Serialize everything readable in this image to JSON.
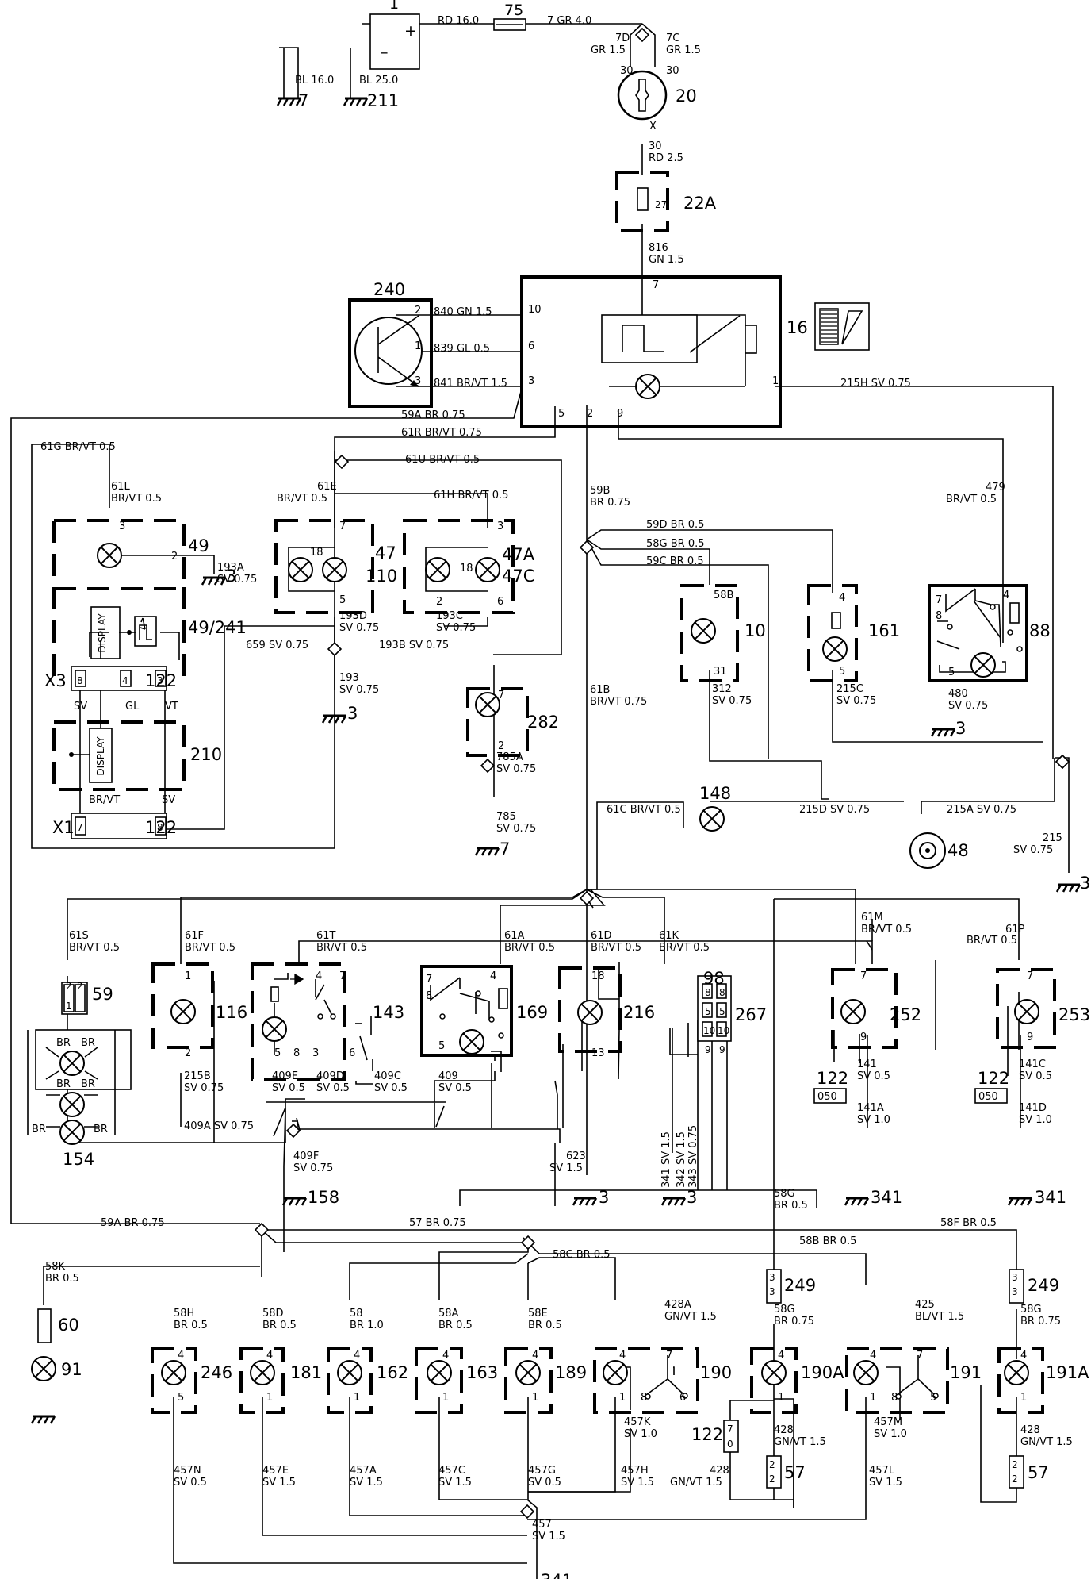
{
  "components": [
    {
      "id": "c1",
      "text": "1"
    },
    {
      "id": "c75",
      "text": "75"
    },
    {
      "id": "c20",
      "text": "20"
    },
    {
      "id": "c22a",
      "text": "22A"
    },
    {
      "id": "c27",
      "text": "27"
    },
    {
      "id": "c240",
      "text": "240"
    },
    {
      "id": "c16",
      "text": "16"
    },
    {
      "id": "c49",
      "text": "49"
    },
    {
      "id": "c49_241",
      "text": "49/241"
    },
    {
      "id": "c47",
      "text": "47"
    },
    {
      "id": "c110",
      "text": "110"
    },
    {
      "id": "c47a",
      "text": "47A"
    },
    {
      "id": "c47c",
      "text": "47C"
    },
    {
      "id": "c210",
      "text": "210"
    },
    {
      "id": "c282",
      "text": "282"
    },
    {
      "id": "c10",
      "text": "10"
    },
    {
      "id": "c161",
      "text": "161"
    },
    {
      "id": "c88",
      "text": "88"
    },
    {
      "id": "c148",
      "text": "148"
    },
    {
      "id": "c48",
      "text": "48"
    },
    {
      "id": "c59",
      "text": "59"
    },
    {
      "id": "c154",
      "text": "154"
    },
    {
      "id": "c116",
      "text": "116"
    },
    {
      "id": "c143",
      "text": "143"
    },
    {
      "id": "c169",
      "text": "169"
    },
    {
      "id": "c216",
      "text": "216"
    },
    {
      "id": "c98",
      "text": "98"
    },
    {
      "id": "c267",
      "text": "267"
    },
    {
      "id": "c252",
      "text": "252"
    },
    {
      "id": "c253",
      "text": "253"
    },
    {
      "id": "c60",
      "text": "60"
    },
    {
      "id": "c91",
      "text": "91"
    },
    {
      "id": "c246",
      "text": "246"
    },
    {
      "id": "c181",
      "text": "181"
    },
    {
      "id": "c162",
      "text": "162"
    },
    {
      "id": "c163",
      "text": "163"
    },
    {
      "id": "c189",
      "text": "189"
    },
    {
      "id": "c190",
      "text": "190"
    },
    {
      "id": "c190a",
      "text": "190A"
    },
    {
      "id": "c191",
      "text": "191"
    },
    {
      "id": "c191a",
      "text": "191A"
    },
    {
      "id": "c122a",
      "text": "122"
    },
    {
      "id": "c122b",
      "text": "122"
    },
    {
      "id": "c122c",
      "text": "122"
    },
    {
      "id": "c122d",
      "text": "122"
    },
    {
      "id": "c122e",
      "text": "122"
    },
    {
      "id": "c249a",
      "text": "249"
    },
    {
      "id": "c249b",
      "text": "249"
    },
    {
      "id": "c57a",
      "text": "57"
    },
    {
      "id": "c57b",
      "text": "57"
    },
    {
      "id": "cx3",
      "text": "X3"
    },
    {
      "id": "cx1",
      "text": "X1"
    },
    {
      "id": "cdisp1",
      "text": "DISPLAY"
    },
    {
      "id": "cdisp2",
      "text": "DISPLAY"
    },
    {
      "id": "cl18a",
      "text": "18"
    },
    {
      "id": "cl18b",
      "text": "18"
    }
  ],
  "wires": [
    {
      "id": "w_rd16",
      "text": "RD 16.0"
    },
    {
      "id": "w_7gr4",
      "text": "7 GR 4.0"
    },
    {
      "id": "w_7d",
      "text": "7D"
    },
    {
      "id": "w_gr15a",
      "text": "GR 1.5"
    },
    {
      "id": "w_7c",
      "text": "7C"
    },
    {
      "id": "w_gr15b",
      "text": "GR 1.5"
    },
    {
      "id": "w_bl16",
      "text": "BL 16.0"
    },
    {
      "id": "w_bl25",
      "text": "BL 25.0"
    },
    {
      "id": "w_30",
      "text": "30"
    },
    {
      "id": "w_rd25",
      "text": "RD 2.5"
    },
    {
      "id": "w_816",
      "text": "816"
    },
    {
      "id": "w_gn15",
      "text": "GN 1.5"
    },
    {
      "id": "w_840",
      "text": "840 GN 1.5"
    },
    {
      "id": "w_839",
      "text": "839 GL 0.5"
    },
    {
      "id": "w_841",
      "text": "841 BR/VT 1.5"
    },
    {
      "id": "w_215h",
      "text": "215H SV 0.75"
    },
    {
      "id": "w_59a1",
      "text": "59A BR 0.75"
    },
    {
      "id": "w_61r",
      "text": "61R BR/VT 0.75"
    },
    {
      "id": "w_61g",
      "text": "61G BR/VT 0.5"
    },
    {
      "id": "w_61u",
      "text": "61U BR/VT 0.5"
    },
    {
      "id": "w_61l",
      "text": "61L"
    },
    {
      "id": "w_61l_s",
      "text": "BR/VT 0.5"
    },
    {
      "id": "w_61e",
      "text": "61E"
    },
    {
      "id": "w_61e_s",
      "text": "BR/VT 0.5"
    },
    {
      "id": "w_61h",
      "text": "61H BR/VT 0.5"
    },
    {
      "id": "w_193a",
      "text": "193A"
    },
    {
      "id": "w_193a_s",
      "text": "SV 0.75"
    },
    {
      "id": "w_193d",
      "text": "193D"
    },
    {
      "id": "w_193d_s",
      "text": "SV 0.75"
    },
    {
      "id": "w_193c",
      "text": "193C"
    },
    {
      "id": "w_193c_s",
      "text": "SV 0.75"
    },
    {
      "id": "w_659",
      "text": "659 SV 0.75"
    },
    {
      "id": "w_193b",
      "text": "193B SV 0.75"
    },
    {
      "id": "w_193",
      "text": "193"
    },
    {
      "id": "w_193_s",
      "text": "SV 0.75"
    },
    {
      "id": "w_785a",
      "text": "785A"
    },
    {
      "id": "w_785a_s",
      "text": "SV 0.75"
    },
    {
      "id": "w_785",
      "text": "785"
    },
    {
      "id": "w_785_s",
      "text": "SV 0.75"
    },
    {
      "id": "w_59b",
      "text": "59B"
    },
    {
      "id": "w_59b_s",
      "text": "BR 0.75"
    },
    {
      "id": "w_59d",
      "text": "59D BR 0.5"
    },
    {
      "id": "w_58g1",
      "text": "58G BR 0.5"
    },
    {
      "id": "w_59c",
      "text": "59C BR 0.5"
    },
    {
      "id": "w_479",
      "text": "479"
    },
    {
      "id": "w_479_s",
      "text": "BR/VT 0.5"
    },
    {
      "id": "w_61b",
      "text": "61B"
    },
    {
      "id": "w_61b_s",
      "text": "BR/VT 0.75"
    },
    {
      "id": "w_312",
      "text": "312"
    },
    {
      "id": "w_312_s",
      "text": "SV 0.75"
    },
    {
      "id": "w_215c",
      "text": "215C"
    },
    {
      "id": "w_215c_s",
      "text": "SV 0.75"
    },
    {
      "id": "w_480",
      "text": "480"
    },
    {
      "id": "w_480_s",
      "text": "SV 0.75"
    },
    {
      "id": "w_61c",
      "text": "61C BR/VT 0.5"
    },
    {
      "id": "w_215d",
      "text": "215D SV 0.75"
    },
    {
      "id": "w_215a",
      "text": "215A SV 0.75"
    },
    {
      "id": "w_215",
      "text": "215"
    },
    {
      "id": "w_215_s",
      "text": "SV 0.75"
    },
    {
      "id": "w_61s",
      "text": "61S"
    },
    {
      "id": "w_61s_s",
      "text": "BR/VT 0.5"
    },
    {
      "id": "w_61f",
      "text": "61F"
    },
    {
      "id": "w_61f_s",
      "text": "BR/VT 0.5"
    },
    {
      "id": "w_61t",
      "text": "61T"
    },
    {
      "id": "w_61t_s",
      "text": "BR/VT 0.5"
    },
    {
      "id": "w_61a",
      "text": "61A"
    },
    {
      "id": "w_61a_s",
      "text": "BR/VT 0.5"
    },
    {
      "id": "w_61d",
      "text": "61D"
    },
    {
      "id": "w_61d_s",
      "text": "BR/VT 0.5"
    },
    {
      "id": "w_61k",
      "text": "61K"
    },
    {
      "id": "w_61k_s",
      "text": "BR/VT 0.5"
    },
    {
      "id": "w_61m",
      "text": "61M"
    },
    {
      "id": "w_61m_s",
      "text": "BR/VT 0.5"
    },
    {
      "id": "w_61p",
      "text": "61P"
    },
    {
      "id": "w_61p_s",
      "text": "BR/VT 0.5"
    },
    {
      "id": "w_215b",
      "text": "215B"
    },
    {
      "id": "w_215b_s",
      "text": "SV 0.75"
    },
    {
      "id": "w_409e",
      "text": "409E"
    },
    {
      "id": "w_409e_s",
      "text": "SV 0.5"
    },
    {
      "id": "w_409d",
      "text": "409D"
    },
    {
      "id": "w_409d_s",
      "text": "SV 0.5"
    },
    {
      "id": "w_409c",
      "text": "409C"
    },
    {
      "id": "w_409c_s",
      "text": "SV 0.5"
    },
    {
      "id": "w_409",
      "text": "409"
    },
    {
      "id": "w_409_s",
      "text": "SV 0.5"
    },
    {
      "id": "w_409a",
      "text": "409A SV 0.75"
    },
    {
      "id": "w_409f",
      "text": "409F"
    },
    {
      "id": "w_409f_s",
      "text": "SV 0.75"
    },
    {
      "id": "w_623",
      "text": "623"
    },
    {
      "id": "w_623_s",
      "text": "SV 1.5"
    },
    {
      "id": "w_341v",
      "text": "341 SV 1.5"
    },
    {
      "id": "w_342v",
      "text": "342 SV 1.5"
    },
    {
      "id": "w_343v",
      "text": "343 SV 0.75"
    },
    {
      "id": "w_141",
      "text": "141"
    },
    {
      "id": "w_141_s",
      "text": "SV 0.5"
    },
    {
      "id": "w_141a",
      "text": "141A"
    },
    {
      "id": "w_141a_s",
      "text": "SV 1.0"
    },
    {
      "id": "w_141c",
      "text": "141C"
    },
    {
      "id": "w_141c_s",
      "text": "SV 0.5"
    },
    {
      "id": "w_141d",
      "text": "141D"
    },
    {
      "id": "w_141d_s",
      "text": "SV 1.0"
    },
    {
      "id": "w_58g2",
      "text": "58G"
    },
    {
      "id": "w_58g2_s",
      "text": "BR 0.5"
    },
    {
      "id": "w_59a2",
      "text": "59A BR 0.75"
    },
    {
      "id": "w_57",
      "text": "57 BR 0.75"
    },
    {
      "id": "w_58b",
      "text": "58B BR 0.5"
    },
    {
      "id": "w_58f",
      "text": "58F BR 0.5"
    },
    {
      "id": "w_58c",
      "text": "58C BR 0.5"
    },
    {
      "id": "w_58k",
      "text": "58K"
    },
    {
      "id": "w_58k_s",
      "text": "BR 0.5"
    },
    {
      "id": "w_58h",
      "text": "58H"
    },
    {
      "id": "w_58h_s",
      "text": "BR 0.5"
    },
    {
      "id": "w_58d",
      "text": "58D"
    },
    {
      "id": "w_58d_s",
      "text": "BR 0.5"
    },
    {
      "id": "w_58",
      "text": "58"
    },
    {
      "id": "w_58_s",
      "text": "BR 1.0"
    },
    {
      "id": "w_58a",
      "text": "58A"
    },
    {
      "id": "w_58a_s",
      "text": "BR 0.5"
    },
    {
      "id": "w_58e",
      "text": "58E"
    },
    {
      "id": "w_58e_s",
      "text": "BR 0.5"
    },
    {
      "id": "w_428a",
      "text": "428A"
    },
    {
      "id": "w_428a_s",
      "text": "GN/VT 1.5"
    },
    {
      "id": "w_58g3",
      "text": "58G"
    },
    {
      "id": "w_58g3_s",
      "text": "BR 0.75"
    },
    {
      "id": "w_425",
      "text": "425"
    },
    {
      "id": "w_425_s",
      "text": "BL/VT 1.5"
    },
    {
      "id": "w_58g4",
      "text": "58G"
    },
    {
      "id": "w_58g4_s",
      "text": "BR 0.75"
    },
    {
      "id": "w_457k",
      "text": "457K"
    },
    {
      "id": "w_457k_s",
      "text": "SV 1.0"
    },
    {
      "id": "w_428b",
      "text": "428"
    },
    {
      "id": "w_428b_s",
      "text": "GN/VT 1.5"
    },
    {
      "id": "w_457m",
      "text": "457M"
    },
    {
      "id": "w_457m_s",
      "text": "SV 1.0"
    },
    {
      "id": "w_428c",
      "text": "428"
    },
    {
      "id": "w_428c_s",
      "text": "GN/VT 1.5"
    },
    {
      "id": "w_457n",
      "text": "457N"
    },
    {
      "id": "w_457n_s",
      "text": "SV 0.5"
    },
    {
      "id": "w_457e",
      "text": "457E"
    },
    {
      "id": "w_457e_s",
      "text": "SV 1.5"
    },
    {
      "id": "w_457a",
      "text": "457A"
    },
    {
      "id": "w_457a_s",
      "text": "SV 1.5"
    },
    {
      "id": "w_457c",
      "text": "457C"
    },
    {
      "id": "w_457c_s",
      "text": "SV 1.5"
    },
    {
      "id": "w_457g",
      "text": "457G"
    },
    {
      "id": "w_457g_s",
      "text": "SV 0.5"
    },
    {
      "id": "w_457h",
      "text": "457H"
    },
    {
      "id": "w_457h_s",
      "text": "SV 1.5"
    },
    {
      "id": "w_428d",
      "text": "428"
    },
    {
      "id": "w_428d_s",
      "text": "GN/VT 1.5"
    },
    {
      "id": "w_457l",
      "text": "457L"
    },
    {
      "id": "w_457l_s",
      "text": "SV 1.5"
    },
    {
      "id": "w_457",
      "text": "457"
    },
    {
      "id": "w_457_s",
      "text": "SV 1.5"
    }
  ],
  "connector_labels": [
    {
      "id": "cc_sv",
      "text": "SV"
    },
    {
      "id": "cc_gl",
      "text": "GL"
    },
    {
      "id": "cc_vt",
      "text": "VT"
    },
    {
      "id": "cc_brvt",
      "text": "BR/VT"
    },
    {
      "id": "cc_sv2",
      "text": "SV"
    },
    {
      "id": "cc_br1",
      "text": "BR"
    },
    {
      "id": "cc_br2",
      "text": "BR"
    },
    {
      "id": "cc_br3",
      "text": "BR"
    },
    {
      "id": "cc_br4",
      "text": "BR"
    },
    {
      "id": "cc_br5",
      "text": "BR"
    },
    {
      "id": "cc_br6",
      "text": "BR"
    },
    {
      "id": "cc_x",
      "text": "X"
    }
  ],
  "grounds": [
    {
      "id": "g7a",
      "text": "7"
    },
    {
      "id": "g211",
      "text": "211"
    },
    {
      "id": "g3a",
      "text": "3"
    },
    {
      "id": "g3b",
      "text": "3"
    },
    {
      "id": "g7b",
      "text": "7"
    },
    {
      "id": "g3c",
      "text": "3"
    },
    {
      "id": "g3d",
      "text": "3"
    },
    {
      "id": "g158",
      "text": "158"
    },
    {
      "id": "g3e",
      "text": "3"
    },
    {
      "id": "g3f",
      "text": "3"
    },
    {
      "id": "g341a",
      "text": "341"
    },
    {
      "id": "g341b",
      "text": "341"
    },
    {
      "id": "g341c",
      "text": "341"
    }
  ],
  "pins": [
    {
      "id": "p_30a",
      "text": "30"
    },
    {
      "id": "p_30b",
      "text": "30"
    },
    {
      "id": "p16_10",
      "text": "10"
    },
    {
      "id": "p16_6",
      "text": "6"
    },
    {
      "id": "p16_3",
      "text": "3"
    },
    {
      "id": "p16_7",
      "text": "7"
    },
    {
      "id": "p16_1",
      "text": "1"
    },
    {
      "id": "p16_5",
      "text": "5"
    },
    {
      "id": "p16_2",
      "text": "2"
    },
    {
      "id": "p16_9",
      "text": "9"
    },
    {
      "id": "p240_2",
      "text": "2"
    },
    {
      "id": "p240_1",
      "text": "1"
    },
    {
      "id": "p240_3",
      "text": "3"
    },
    {
      "id": "p49_3",
      "text": "3"
    },
    {
      "id": "p49_2",
      "text": "2"
    },
    {
      "id": "p47_7",
      "text": "7"
    },
    {
      "id": "p47_5",
      "text": "5"
    },
    {
      "id": "p47a_3",
      "text": "3"
    },
    {
      "id": "p47a_2",
      "text": "2"
    },
    {
      "id": "p47a_6",
      "text": "6"
    },
    {
      "id": "px3_8",
      "text": "8"
    },
    {
      "id": "px3_4",
      "text": "4"
    },
    {
      "id": "px3_3",
      "text": "3"
    },
    {
      "id": "px1_7",
      "text": "7"
    },
    {
      "id": "px1_8",
      "text": "8"
    },
    {
      "id": "p282_7",
      "text": "7"
    },
    {
      "id": "p282_2",
      "text": "2"
    },
    {
      "id": "p10_58b",
      "text": "58B"
    },
    {
      "id": "p10_31",
      "text": "31"
    },
    {
      "id": "p161_4",
      "text": "4"
    },
    {
      "id": "p161_5",
      "text": "5"
    },
    {
      "id": "p88_7",
      "text": "7"
    },
    {
      "id": "p88_8",
      "text": "8"
    },
    {
      "id": "p88_4",
      "text": "4"
    },
    {
      "id": "p88_5",
      "text": "5"
    },
    {
      "id": "p59_2a",
      "text": "2"
    },
    {
      "id": "p59_2b",
      "text": "2"
    },
    {
      "id": "p59_1",
      "text": "1"
    },
    {
      "id": "p116_1",
      "text": "1"
    },
    {
      "id": "p116_2",
      "text": "2"
    },
    {
      "id": "p143_4",
      "text": "4"
    },
    {
      "id": "p143_7",
      "text": "7"
    },
    {
      "id": "p143_5",
      "text": "5"
    },
    {
      "id": "p143_8",
      "text": "8"
    },
    {
      "id": "p143_3",
      "text": "3"
    },
    {
      "id": "p143_6",
      "text": "6"
    },
    {
      "id": "p169_7",
      "text": "7"
    },
    {
      "id": "p169_8",
      "text": "8"
    },
    {
      "id": "p169_4",
      "text": "4"
    },
    {
      "id": "p169_5",
      "text": "5"
    },
    {
      "id": "p216_18",
      "text": "18"
    },
    {
      "id": "p216_13",
      "text": "13"
    },
    {
      "id": "p98_8",
      "text": "8"
    },
    {
      "id": "p98_5",
      "text": "5"
    },
    {
      "id": "p98_10",
      "text": "10"
    },
    {
      "id": "p98_9",
      "text": "9"
    },
    {
      "id": "p267_8",
      "text": "8"
    },
    {
      "id": "p267_5",
      "text": "5"
    },
    {
      "id": "p267_10",
      "text": "10"
    },
    {
      "id": "p267_9",
      "text": "9"
    },
    {
      "id": "p252_7",
      "text": "7"
    },
    {
      "id": "p252_9",
      "text": "9"
    },
    {
      "id": "p253_7",
      "text": "7"
    },
    {
      "id": "p253_9",
      "text": "9"
    },
    {
      "id": "p122c",
      "text": "050"
    },
    {
      "id": "p122d",
      "text": "050"
    },
    {
      "id": "p246_4",
      "text": "4"
    },
    {
      "id": "p246_5",
      "text": "5"
    },
    {
      "id": "p181_4",
      "text": "4"
    },
    {
      "id": "p181_1",
      "text": "1"
    },
    {
      "id": "p162_4",
      "text": "4"
    },
    {
      "id": "p162_1",
      "text": "1"
    },
    {
      "id": "p163_4",
      "text": "4"
    },
    {
      "id": "p163_1",
      "text": "1"
    },
    {
      "id": "p189_4",
      "text": "4"
    },
    {
      "id": "p189_1",
      "text": "1"
    },
    {
      "id": "p190_4",
      "text": "4"
    },
    {
      "id": "p190_7",
      "text": "7"
    },
    {
      "id": "p190_1",
      "text": "1"
    },
    {
      "id": "p190_8",
      "text": "8"
    },
    {
      "id": "p190_6",
      "text": "6"
    },
    {
      "id": "p190a_4",
      "text": "4"
    },
    {
      "id": "p190a_1",
      "text": "1"
    },
    {
      "id": "p191_4",
      "text": "4"
    },
    {
      "id": "p191_7",
      "text": "7"
    },
    {
      "id": "p191_1",
      "text": "1"
    },
    {
      "id": "p191_8",
      "text": "8"
    },
    {
      "id": "p191_5",
      "text": "5"
    },
    {
      "id": "p191a_4",
      "text": "4"
    },
    {
      "id": "p191a_1",
      "text": "1"
    },
    {
      "id": "p249a_3",
      "text": "3"
    },
    {
      "id": "p249a_3b",
      "text": "3"
    },
    {
      "id": "p249b_3",
      "text": "3"
    },
    {
      "id": "p249b_3b",
      "text": "3"
    },
    {
      "id": "p57a_2",
      "text": "2"
    },
    {
      "id": "p57a_2b",
      "text": "2"
    },
    {
      "id": "p57b_2",
      "text": "2"
    },
    {
      "id": "p57b_2b",
      "text": "2"
    },
    {
      "id": "p122e_7",
      "text": "7"
    },
    {
      "id": "p122e_0",
      "text": "0"
    }
  ]
}
